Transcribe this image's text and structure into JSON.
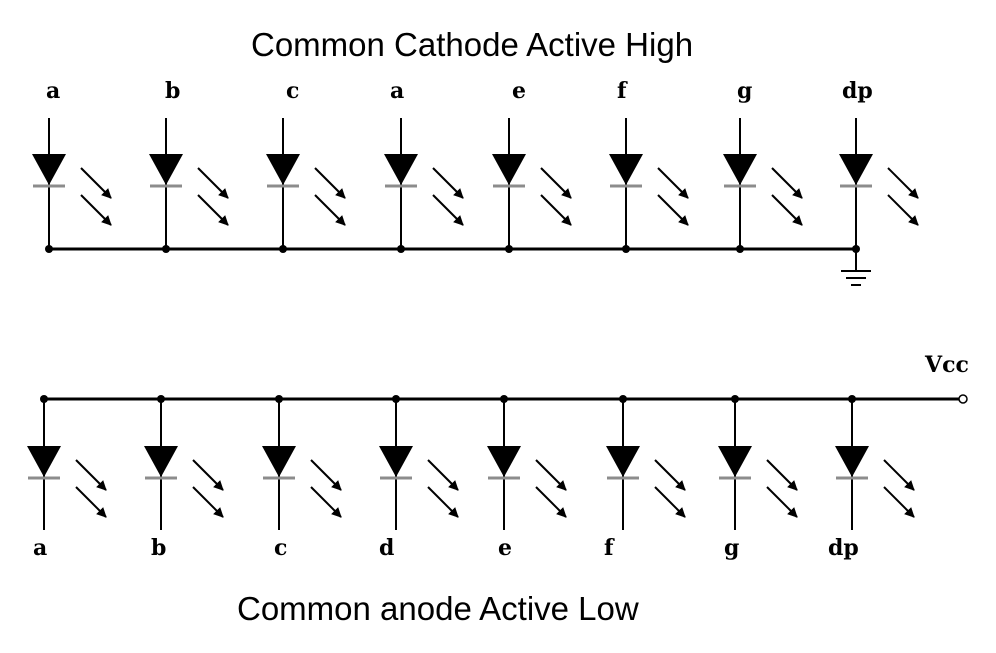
{
  "top_diagram": {
    "title": "Common Cathode Active High",
    "labels": [
      "a",
      "b",
      "c",
      "a",
      "e",
      "f",
      "g",
      "dp"
    ]
  },
  "bottom_diagram": {
    "title": "Common anode Active Low",
    "labels": [
      "a",
      "b",
      "c",
      "d",
      "e",
      "f",
      "g",
      "dp"
    ],
    "supply_label": "Vcc"
  },
  "colors": {
    "wire": "#000000",
    "diode_bar": "#8c8c8c",
    "background": "#ffffff"
  }
}
